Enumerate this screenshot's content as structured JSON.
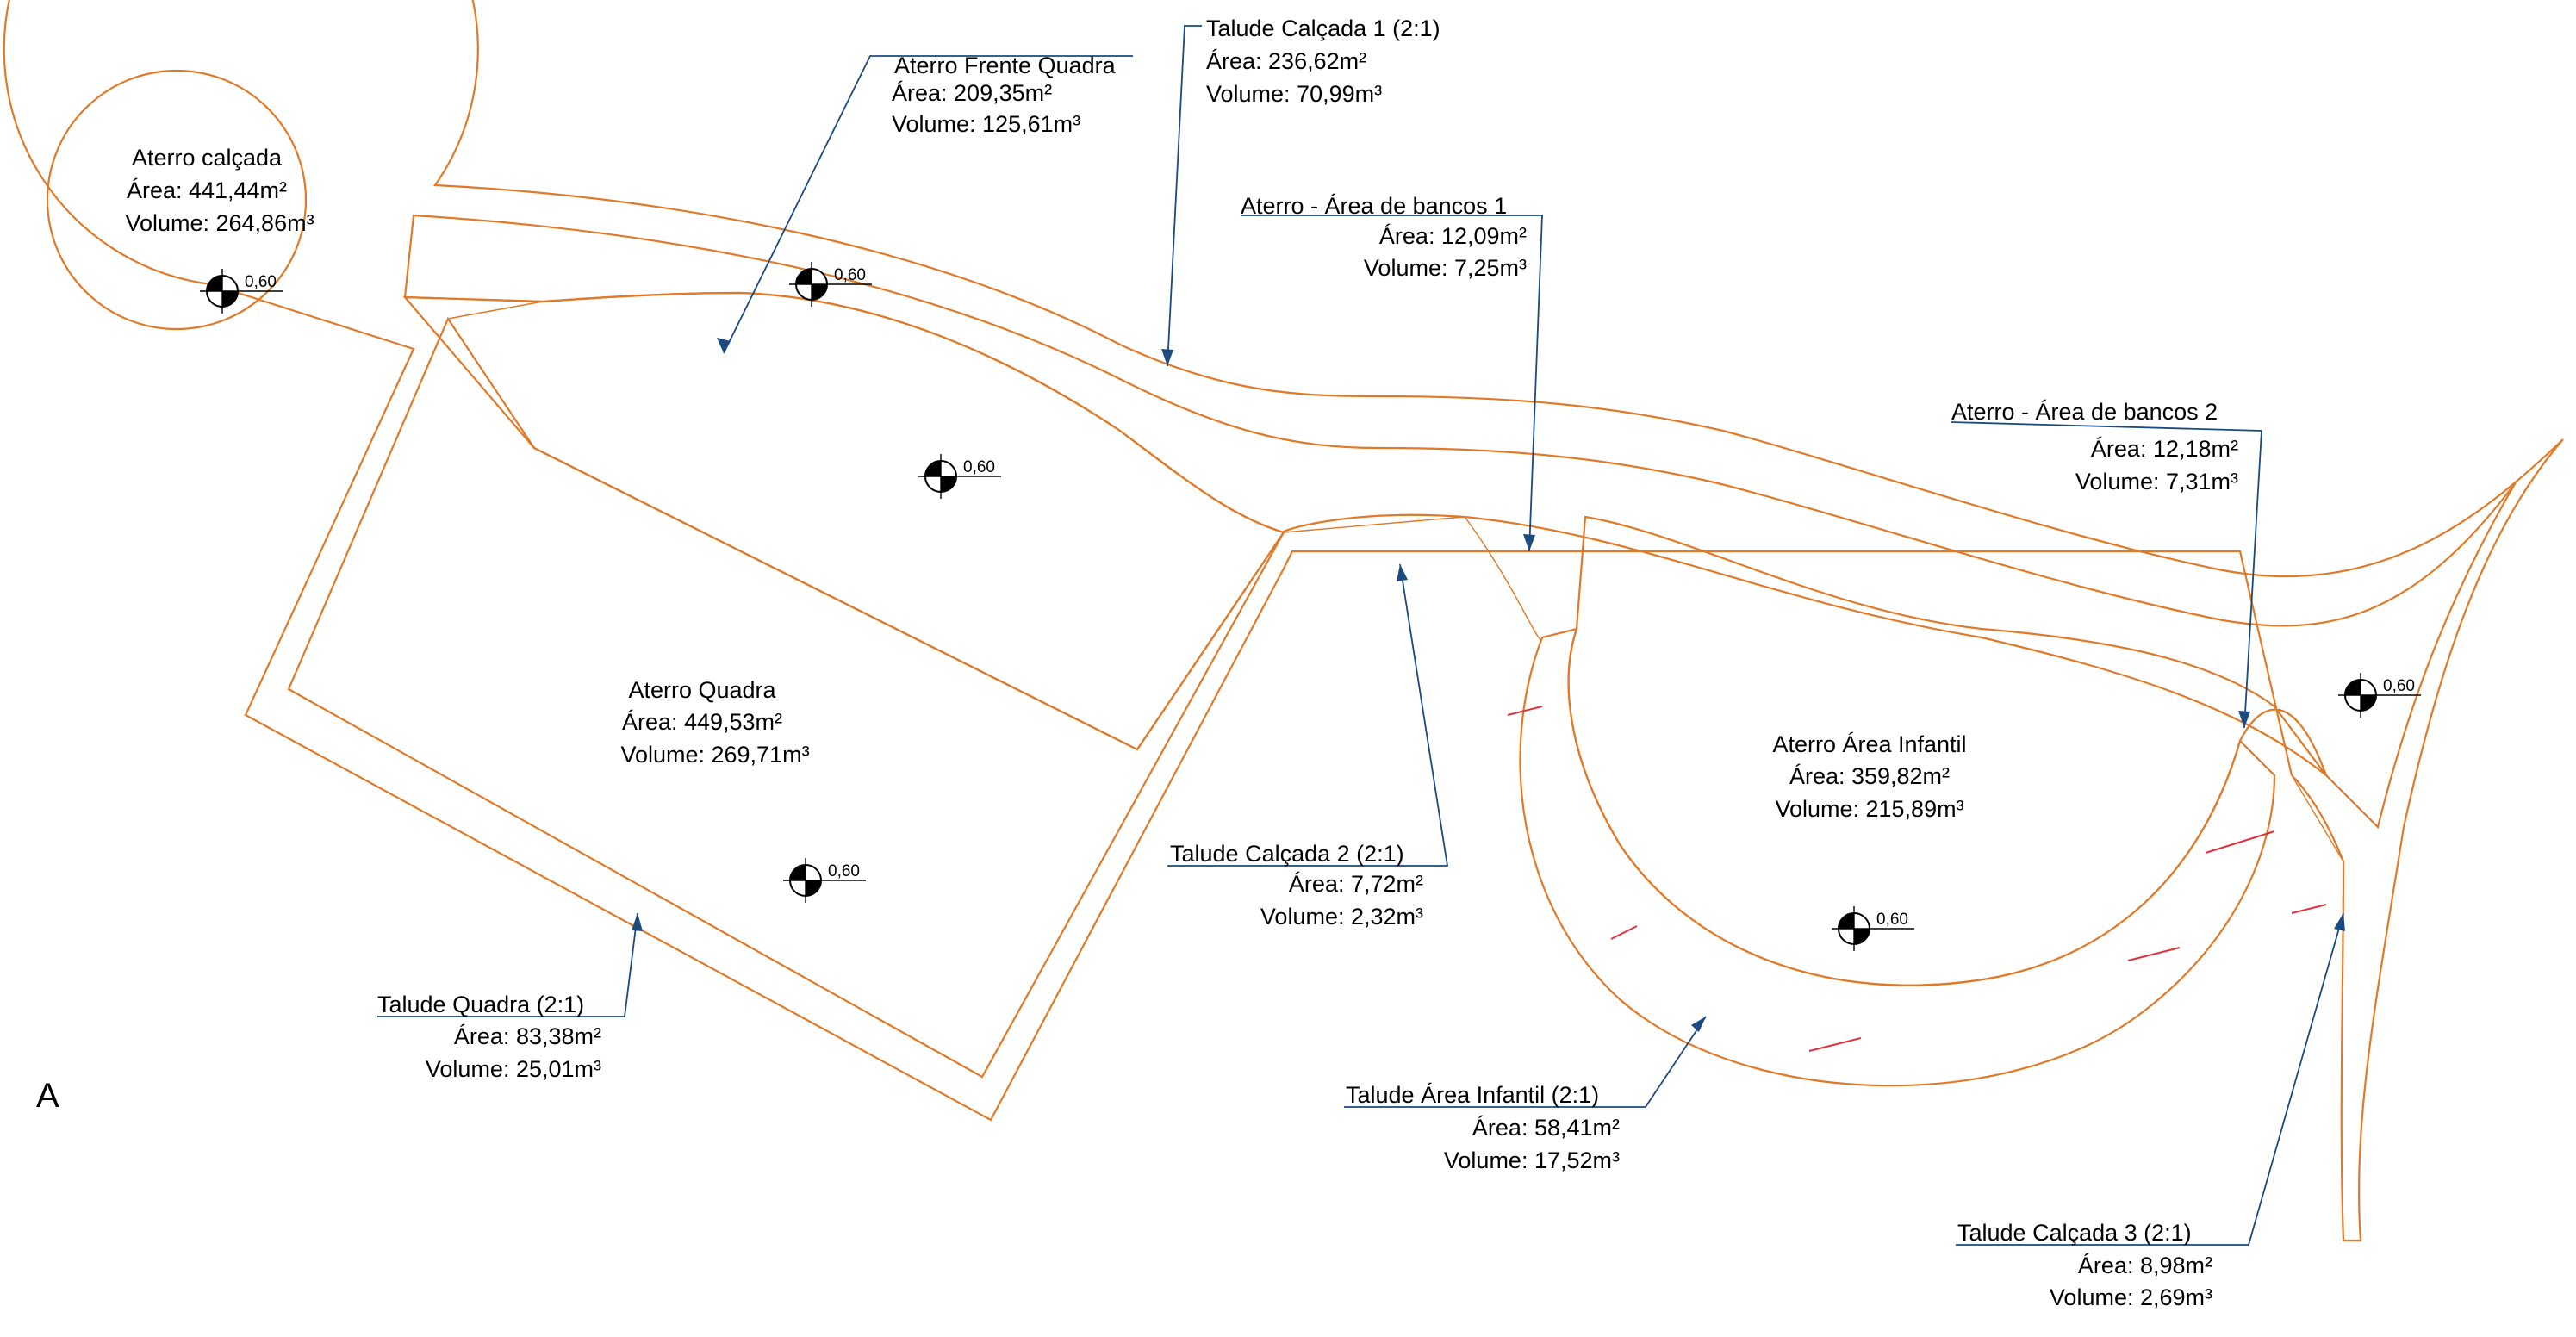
{
  "colors": {
    "boundary": "#E07A28",
    "hatch": "#E8954E",
    "leader": "#1A4A80",
    "text": "#000000",
    "marker": "#000000",
    "red_marks": "#E0303A"
  },
  "corner_label": "A",
  "elevation_marker_icon": "elevation-marker-icon",
  "areas": [
    {
      "title": "Aterro calçada",
      "area": "Área: 441,44m²",
      "volume": "Volume: 264,86m³"
    },
    {
      "title": "Aterro Frente Quadra",
      "area": "Área: 209,35m²",
      "volume": "Volume: 125,61m³"
    },
    {
      "title": "Talude Calçada 1 (2:1)",
      "area": "Área: 236,62m²",
      "volume": "Volume: 70,99m³"
    },
    {
      "title": "Aterro - Área de bancos 1",
      "area": "Área: 12,09m²",
      "volume": "Volume: 7,25m³"
    },
    {
      "title": "Aterro - Área de bancos 2",
      "area": "Área: 12,18m²",
      "volume": "Volume: 7,31m³"
    },
    {
      "title": "Aterro Quadra",
      "area": "Área: 449,53m²",
      "volume": "Volume: 269,71m³"
    },
    {
      "title": "Talude Calçada 2 (2:1)",
      "area": "Área: 7,72m²",
      "volume": "Volume: 2,32m³"
    },
    {
      "title": "Aterro Área Infantil",
      "area": "Área: 359,82m²",
      "volume": "Volume: 215,89m³"
    },
    {
      "title": "Talude Quadra (2:1)",
      "area": "Área: 83,38m²",
      "volume": "Volume: 25,01m³"
    },
    {
      "title": "Talude Área Infantil (2:1)",
      "area": "Área: 58,41m²",
      "volume": "Volume: 17,52m³"
    },
    {
      "title": "Talude Calçada 3 (2:1)",
      "area": "Área: 8,98m²",
      "volume": "Volume: 2,69m³"
    }
  ],
  "elevations": [
    "0,60",
    "0,60",
    "0,60",
    "0,60",
    "0,60",
    "0,60"
  ]
}
